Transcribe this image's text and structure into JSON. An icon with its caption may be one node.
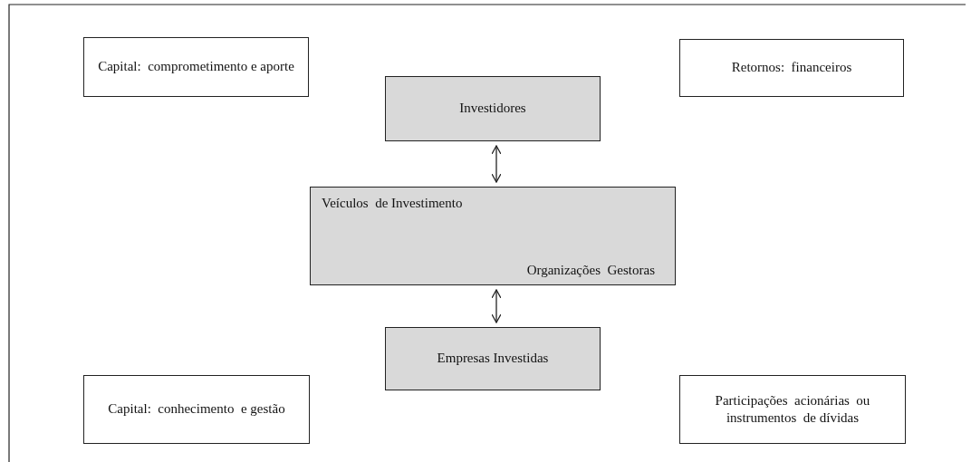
{
  "diagram": {
    "nodes": [
      {
        "text": [
          "Capital:  comprometimento e aporte"
        ]
      },
      {
        "text": [
          "Retornos:  financeiros"
        ]
      },
      {
        "text": [
          "Investidores"
        ]
      },
      {
        "text": [
          "Veículos  de Investimento",
          "Organizações  Gestoras"
        ]
      },
      {
        "text": [
          "Empresas Investidas"
        ]
      },
      {
        "text": [
          "Capital:  conhecimento  e gestão"
        ]
      },
      {
        "text": [
          "Participações  acionárias  ou instrumentos  de dívidas"
        ]
      }
    ],
    "edges": [
      {
        "from": 2,
        "to": 3,
        "arrow": "both"
      },
      {
        "from": 3,
        "to": 4,
        "arrow": "both"
      }
    ]
  }
}
